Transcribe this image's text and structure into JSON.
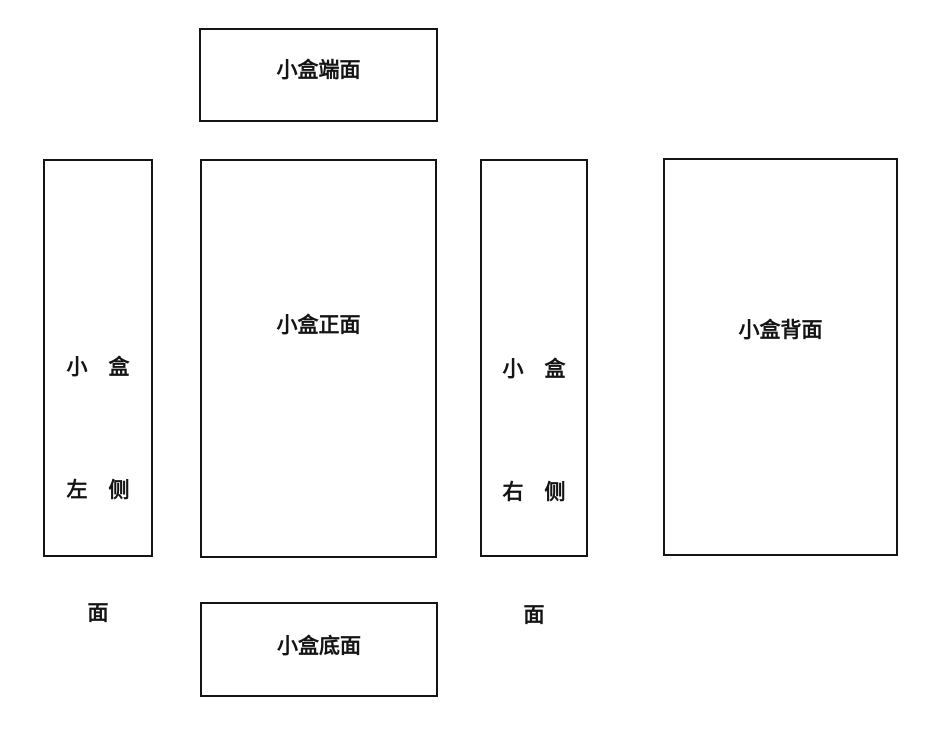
{
  "diagram": {
    "type": "box-dieline-unfold-layout"
  },
  "faces": {
    "top": {
      "label": "小盒端面"
    },
    "left": {
      "lines": [
        "小　盒",
        "左　侧",
        "面"
      ]
    },
    "front": {
      "label": "小盒正面"
    },
    "right": {
      "lines": [
        "小　盒",
        "右　侧",
        "面"
      ]
    },
    "back": {
      "label": "小盒背面"
    },
    "bottom": {
      "label": "小盒底面"
    }
  },
  "colors": {
    "background": "#ffffff",
    "border": "#141414",
    "text": "#141414"
  }
}
